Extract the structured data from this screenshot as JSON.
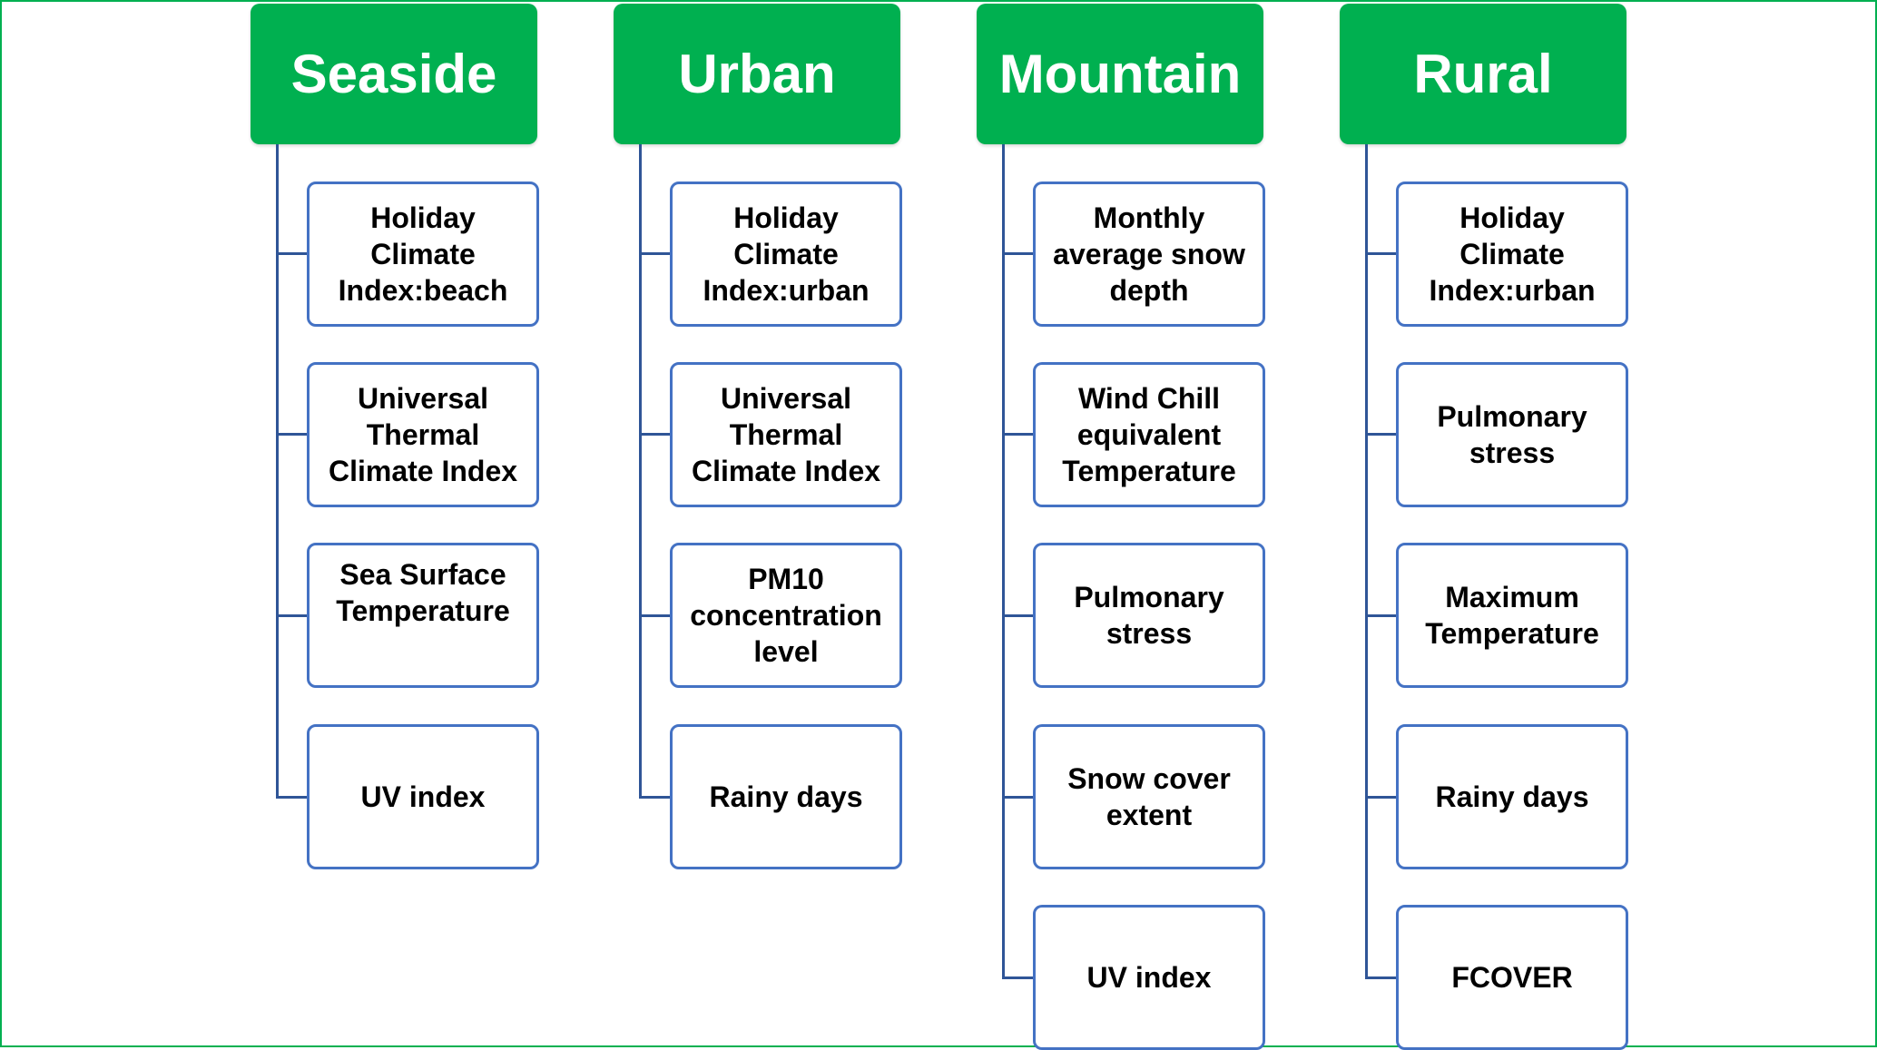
{
  "colors": {
    "header_fill": "#00b050",
    "header_text": "#ffffff",
    "item_border": "#4472c4",
    "connector": "#2f5597",
    "frame_border": "#00b050"
  },
  "columns": [
    {
      "title": "Seaside",
      "items": [
        "Holiday Climate Index:beach",
        "Universal Thermal Climate Index",
        "Sea Surface Temperature",
        "UV index"
      ]
    },
    {
      "title": "Urban",
      "items": [
        "Holiday Climate Index:urban",
        "Universal Thermal Climate Index",
        "PM10 concentration level",
        "Rainy days"
      ]
    },
    {
      "title": "Mountain",
      "items": [
        "Monthly average snow depth",
        "Wind Chill equivalent Temperature",
        "Pulmonary stress",
        "Snow cover extent",
        "UV index"
      ]
    },
    {
      "title": "Rural",
      "items": [
        "Holiday Climate Index:urban",
        "Pulmonary stress",
        "Maximum Temperature",
        "Rainy days",
        "FCOVER"
      ]
    }
  ]
}
